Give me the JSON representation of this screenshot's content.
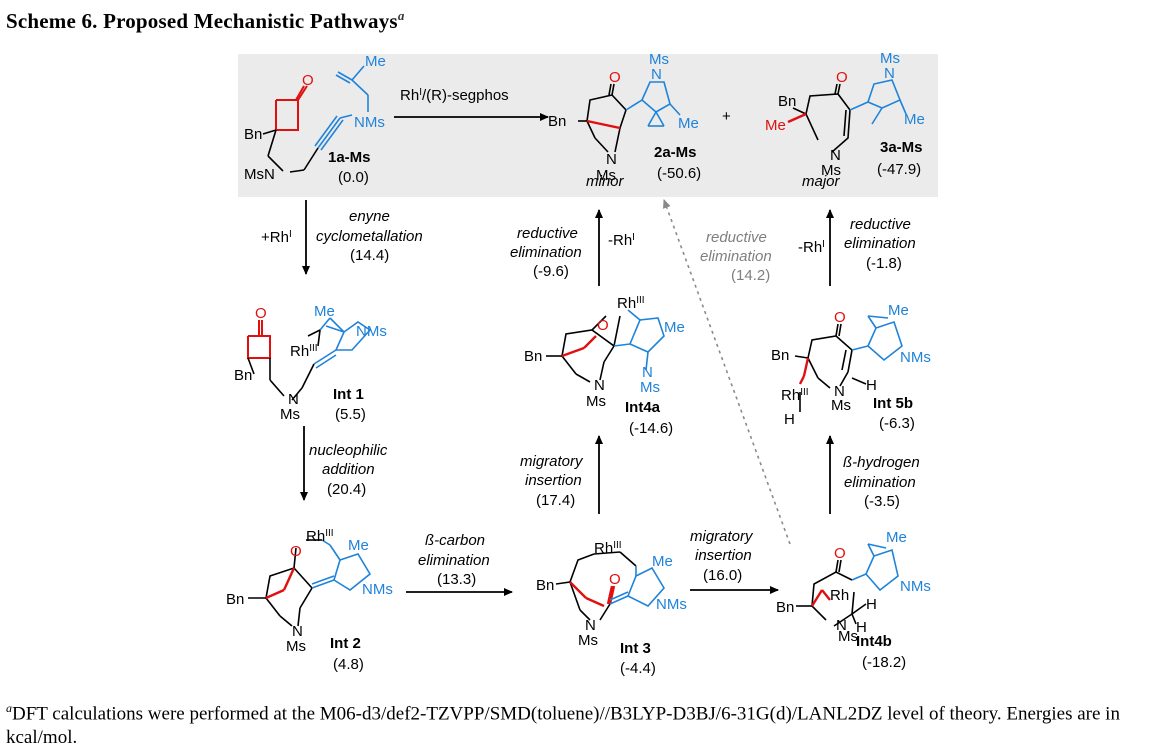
{
  "title": "Scheme 6. Proposed Mechanistic Pathways",
  "title_mark": "a",
  "footnote_mark": "a",
  "footnote": "DFT calculations were performed at the M06-d3/def2-TZVPP/SMD(toluene)//B3LYP-D3BJ/6-31G(d)/LANL2DZ level of theory. Energies are in kcal/mol.",
  "colors": {
    "highlight_box": "#ebebeb",
    "blue": "#1f83d9",
    "red": "#e01010",
    "gray": "#7f7f7f"
  },
  "top": {
    "reagent": "Rh",
    "reagent_sup": "I",
    "reagent_tail": "/(R)-segphos",
    "plus": "+",
    "sm": {
      "name": "1a-Ms",
      "energy": "(0.0)"
    },
    "p2a": {
      "name": "2a-Ms",
      "energy": "(-50.6)",
      "note": "minor"
    },
    "p3a": {
      "name": "3a-Ms",
      "energy": "(-47.9)",
      "note": "major"
    }
  },
  "steps": {
    "s1": {
      "line1": "enyne",
      "line2": "cyclometallation",
      "energy": "(14.4)",
      "side": "+Rh",
      "side_sup": "I"
    },
    "s2": {
      "line1": "nucleophilic",
      "line2": "addition",
      "energy": "(20.4)"
    },
    "s3": {
      "line1": "ß-carbon",
      "line2": "elimination",
      "energy": "(13.3)"
    },
    "s4": {
      "line1": "migratory",
      "line2": "insertion",
      "energy": "(17.4)"
    },
    "s5": {
      "line1": "reductive",
      "line2": "elimination",
      "energy": "(-9.6)",
      "side": "-Rh",
      "side_sup": "I"
    },
    "s6": {
      "line1": "migratory",
      "line2": "insertion",
      "energy": "(16.0)"
    },
    "s7": {
      "line1": "ß-hydrogen",
      "line2": "elimination",
      "energy": "(-3.5)"
    },
    "s8": {
      "line1": "reductive",
      "line2": "elimination",
      "energy": "(-1.8)",
      "side": "-Rh",
      "side_sup": "I"
    },
    "s9": {
      "line1": "reductive",
      "line2": "elimination",
      "energy": "(14.2)"
    }
  },
  "intermediates": {
    "int1": {
      "name": "Int 1",
      "energy": "(5.5)"
    },
    "int2": {
      "name": "Int 2",
      "energy": "(4.8)"
    },
    "int3": {
      "name": "Int 3",
      "energy": "(-4.4)"
    },
    "int4a": {
      "name": "Int4a",
      "energy": "(-14.6)"
    },
    "int4b": {
      "name": "Int4b",
      "energy": "(-18.2)"
    },
    "int5b": {
      "name": "Int 5b",
      "energy": "(-6.3)"
    }
  },
  "atoms": {
    "O": "O",
    "N": "N",
    "Ms": "Ms",
    "NMs": "NMs",
    "MsN": "MsN",
    "Bn": "Bn",
    "Me": "Me",
    "Rh": "Rh",
    "RhIII": "III",
    "H": "H"
  }
}
